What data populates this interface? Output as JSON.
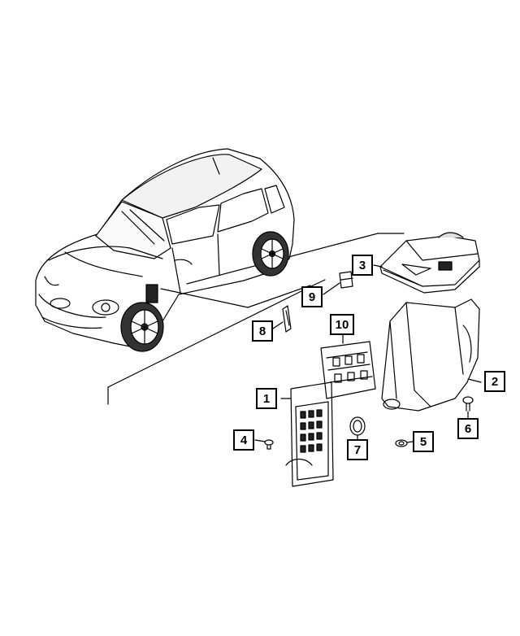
{
  "diagram": {
    "colors": {
      "line": "#000000",
      "background": "#ffffff",
      "shade": "#e6e6e6",
      "dark": "#333333"
    },
    "callouts": [
      {
        "id": "1",
        "label": "1"
      },
      {
        "id": "2",
        "label": "2"
      },
      {
        "id": "3",
        "label": "3"
      },
      {
        "id": "4",
        "label": "4"
      },
      {
        "id": "5",
        "label": "5"
      },
      {
        "id": "6",
        "label": "6"
      },
      {
        "id": "7",
        "label": "7"
      },
      {
        "id": "8",
        "label": "8"
      },
      {
        "id": "9",
        "label": "9"
      },
      {
        "id": "10",
        "label": "10"
      }
    ]
  }
}
